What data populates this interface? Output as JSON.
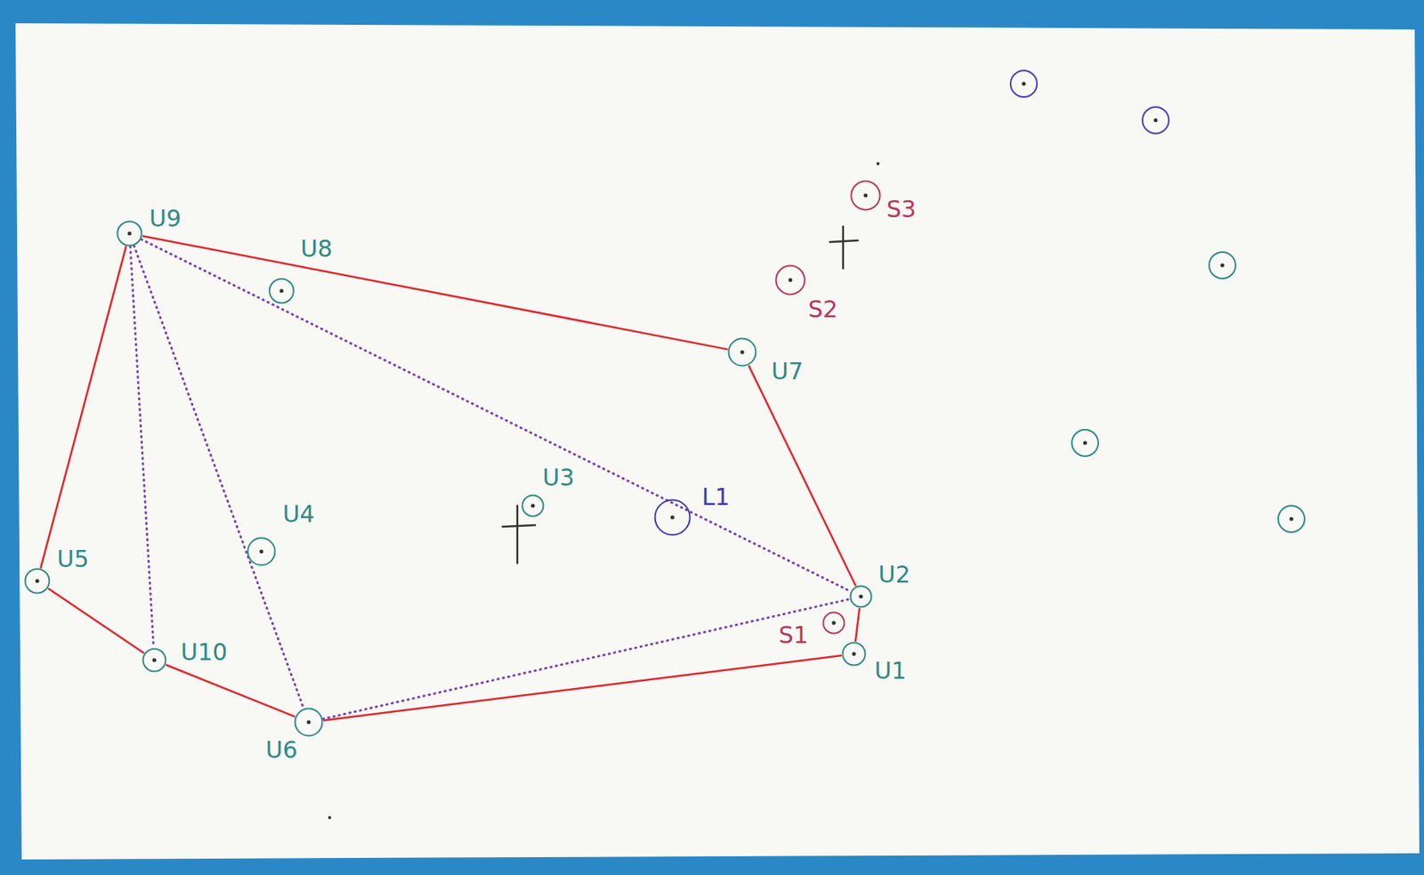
{
  "diagram": {
    "nodes": [
      {
        "text": [
          "S3"
        ]
      },
      {
        "text": [
          "U9"
        ]
      },
      {
        "text": [
          "S2"
        ]
      },
      {
        "text": [
          "U8"
        ]
      },
      {
        "text": [
          "U7"
        ]
      },
      {
        "text": [
          "U3"
        ]
      },
      {
        "text": [
          "L1"
        ]
      },
      {
        "text": [
          "U4"
        ]
      },
      {
        "text": [
          "U5"
        ]
      },
      {
        "text": [
          "U2"
        ]
      },
      {
        "text": [
          "S1"
        ]
      },
      {
        "text": [
          "U1"
        ]
      },
      {
        "text": [
          "U10"
        ]
      },
      {
        "text": [
          "U6"
        ]
      }
    ],
    "edges": [
      {
        "from": 1,
        "to": 4,
        "arrow": "none"
      },
      {
        "from": 4,
        "to": 9,
        "arrow": "none"
      },
      {
        "from": 9,
        "to": 11,
        "arrow": "none"
      },
      {
        "from": 11,
        "to": 13,
        "arrow": "none"
      },
      {
        "from": 13,
        "to": 12,
        "arrow": "none"
      },
      {
        "from": 12,
        "to": 8,
        "arrow": "none"
      },
      {
        "from": 8,
        "to": 1,
        "arrow": "none"
      },
      {
        "from": 1,
        "to": 9,
        "arrow": "none"
      },
      {
        "from": 1,
        "to": 12,
        "arrow": "none"
      },
      {
        "from": 1,
        "to": 13,
        "arrow": "none"
      },
      {
        "from": 13,
        "to": 9,
        "arrow": "none"
      }
    ]
  }
}
